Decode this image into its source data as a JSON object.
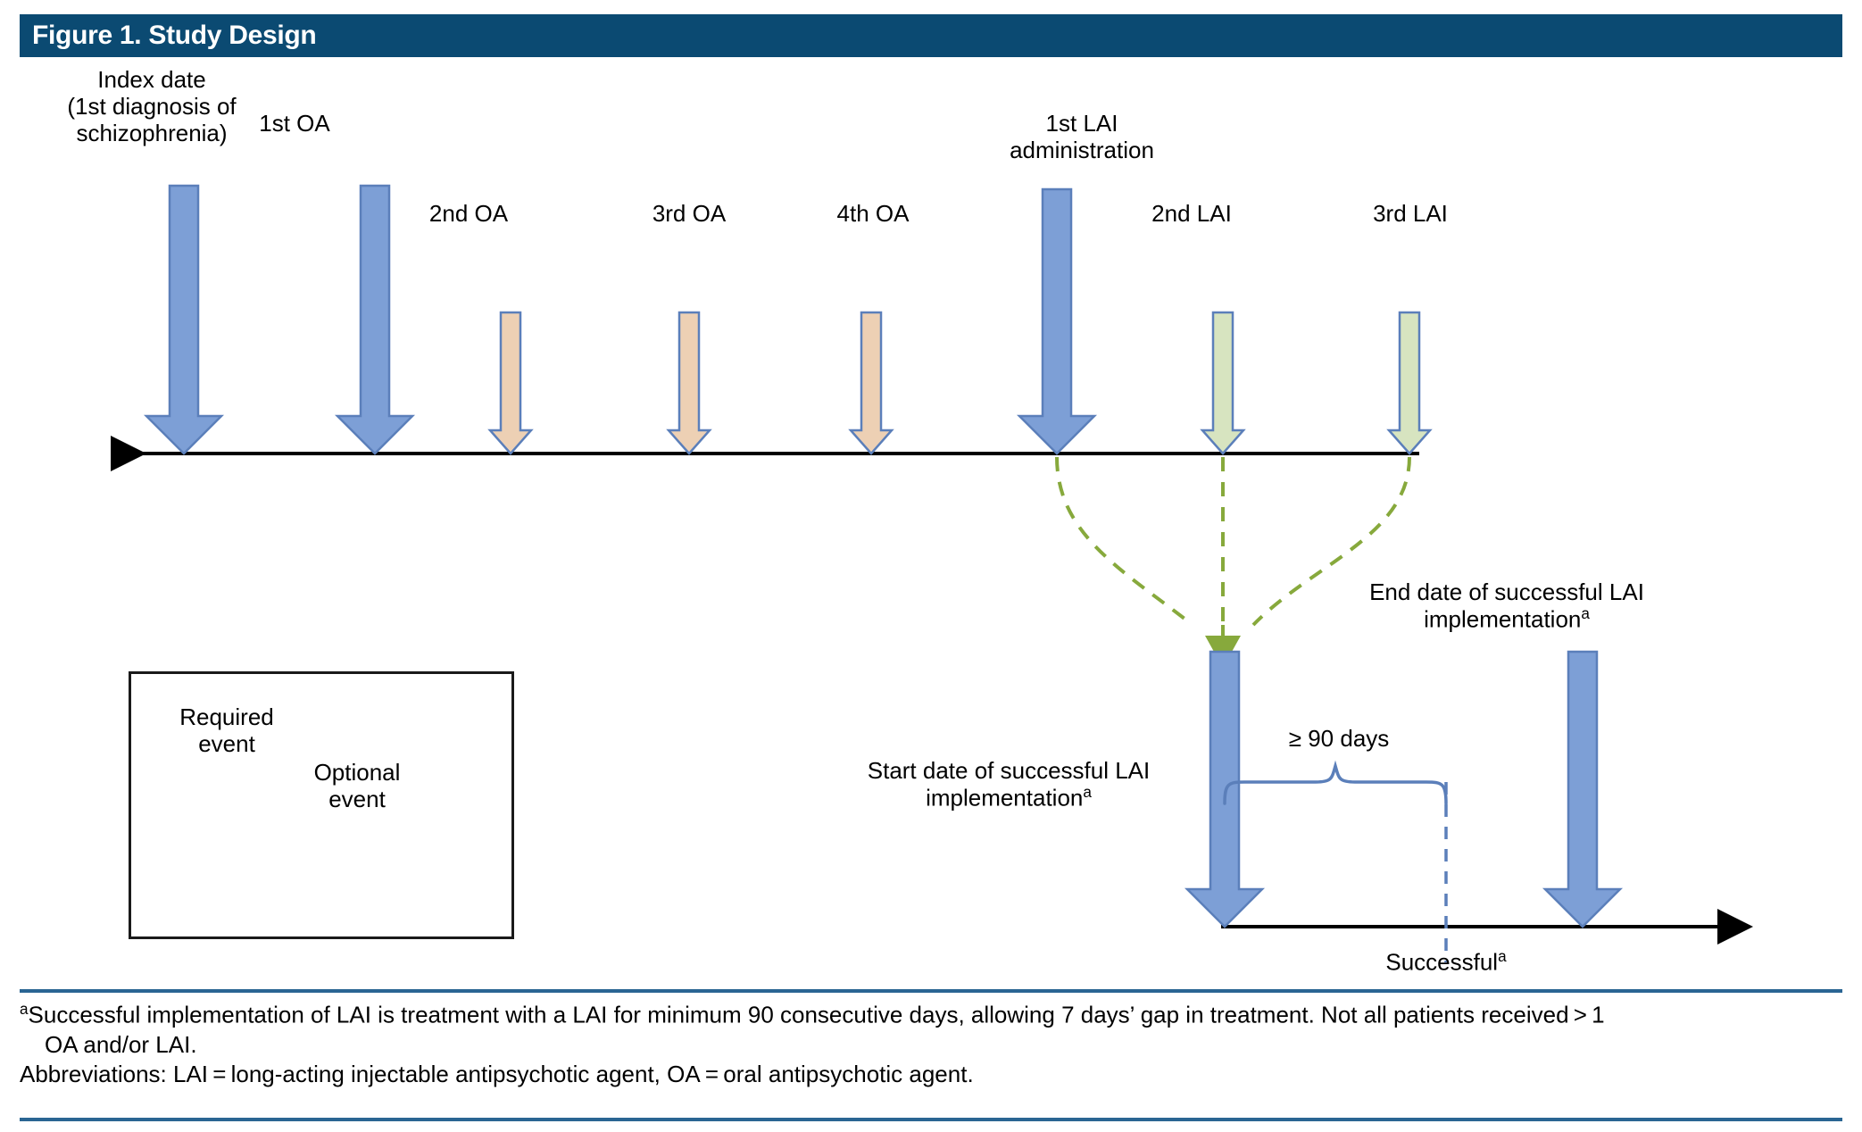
{
  "title": "Figure 1. Study Design",
  "colors": {
    "header_bg": "#0b4a72",
    "header_text": "#ffffff",
    "required_fill": "#7d9fd6",
    "required_border": "#5b7fba",
    "optional_oa_fill": "#edd0b4",
    "optional_lai_fill": "#d7e4c0",
    "optional_border": "#5b7fba",
    "dashed_green": "#87a93c",
    "rule": "#2a6593",
    "timeline": "#000000",
    "brace": "#5b7fba"
  },
  "timeline_top": {
    "events": [
      {
        "id": "index-date",
        "label": "Index date\n(1st diagnosis of\nschizophrenia)",
        "type": "required",
        "kind": "blue"
      },
      {
        "id": "first-oa",
        "label": "1st OA",
        "type": "required",
        "kind": "blue"
      },
      {
        "id": "second-oa",
        "label": "2nd OA",
        "type": "optional",
        "kind": "oa"
      },
      {
        "id": "third-oa",
        "label": "3rd OA",
        "type": "optional",
        "kind": "oa"
      },
      {
        "id": "fourth-oa",
        "label": "4th OA",
        "type": "optional",
        "kind": "oa"
      },
      {
        "id": "first-lai",
        "label": "1st LAI\nadministration",
        "type": "required",
        "kind": "blue"
      },
      {
        "id": "second-lai",
        "label": "2nd LAI",
        "type": "optional",
        "kind": "lai"
      },
      {
        "id": "third-lai",
        "label": "3rd LAI",
        "type": "optional",
        "kind": "lai"
      }
    ]
  },
  "timeline_bottom": {
    "start_label": "Start date of successful LAI\nimplementation",
    "start_label_sup": "a",
    "end_label": "End date of successful LAI\nimplementation",
    "end_label_sup": "a",
    "duration_label": "≥ 90 days",
    "successful_label": "Successful",
    "successful_sup": "a"
  },
  "legend": {
    "required_label": "Required\nevent",
    "optional_label": "Optional\nevent"
  },
  "footnote": {
    "marker_a": "a",
    "line1": "Successful implementation of LAI is treatment with a LAI for minimum 90 consecutive days, allowing 7 days’ gap in treatment. Not all patients received > 1",
    "line2": "OA and/or LAI.",
    "line3": "Abbreviations: LAI = long-acting injectable antipsychotic agent, OA = oral antipsychotic agent."
  }
}
